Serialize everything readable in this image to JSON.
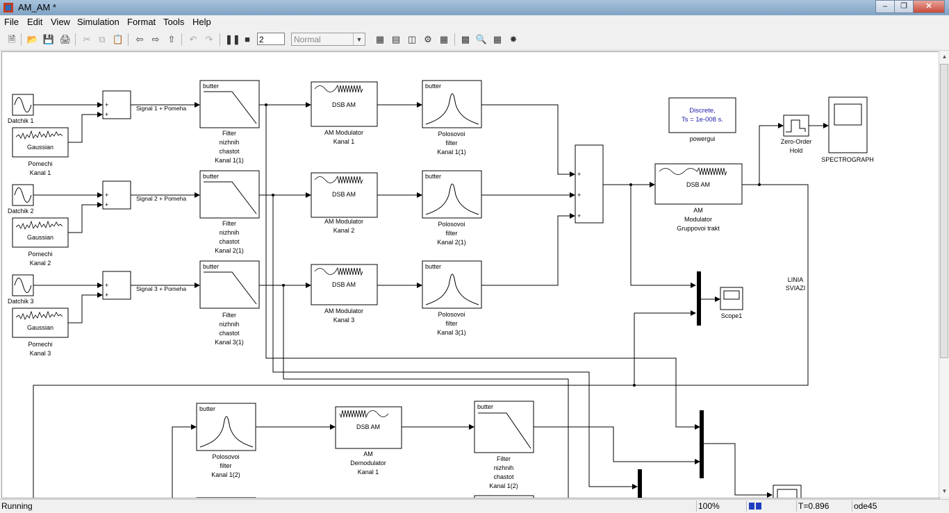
{
  "window": {
    "title": "AM_AM *"
  },
  "menu": [
    "File",
    "Edit",
    "View",
    "Simulation",
    "Format",
    "Tools",
    "Help"
  ],
  "toolbar": {
    "stop_time": "2",
    "sim_mode": "Normal"
  },
  "blocks": {
    "sine1": "Datchik 1",
    "sine2": "Datchik 2",
    "sine3": "Datchik 3",
    "gauss_label": "Gaussian",
    "noise1": [
      "Pomechi",
      "Kanal 1"
    ],
    "noise2": [
      "Pomechi",
      "Kanal 2"
    ],
    "noise3": [
      "Pomechi",
      "Kanal 3"
    ],
    "sig1": "Signal 1 + Pomeha",
    "sig2": "Signal 2 + Pomeha",
    "sig3": "Signal 3 + Pomeha",
    "butter": "butter",
    "lpf1": [
      "Filter",
      "nizhnih",
      "chastot",
      "Kanal 1(1)"
    ],
    "lpf2": [
      "Filter",
      "nizhnih",
      "chastot",
      "Kanal 2(1)"
    ],
    "lpf3": [
      "Filter",
      "nizhnih",
      "chastot",
      "Kanal 3(1)"
    ],
    "dsb": "DSB AM",
    "mod1": [
      "AM Modulator",
      "Kanal 1"
    ],
    "mod2": [
      "AM Modulator",
      "Kanal 2"
    ],
    "mod3": [
      "AM Modulator",
      "Kanal 3"
    ],
    "bpf1": [
      "Polosovoi",
      "filter",
      "Kanal 1(1)"
    ],
    "bpf2": [
      "Polosovoi",
      "filter",
      "Kanal 2(1)"
    ],
    "bpf3": [
      "Polosovoi",
      "filter",
      "Kanal 3(1)"
    ],
    "powergui": [
      "Discrete,",
      "Ts = 1e-008 s."
    ],
    "powergui_label": "powergui",
    "group_mod": [
      "AM",
      "Modulator",
      "Gruppovoi trakt"
    ],
    "zoh": [
      "Zero-Order",
      "Hold"
    ],
    "spectro": "SPECTROGRAPH",
    "scope1": "Scope1",
    "line": [
      "LINIA",
      "SVIAZI"
    ],
    "rx_bpf1": [
      "Polosovoi",
      "filter",
      "Kanal 1(2)"
    ],
    "demod1": [
      "AM",
      "Demodulator",
      "Kanal 1"
    ],
    "rx_lpf1": [
      "Filter",
      "nizhnih",
      "chastot",
      "Kanal 1(2)"
    ],
    "plus": "+"
  },
  "status": {
    "state": "Running",
    "zoom": "100%",
    "time": "T=0.896",
    "solver": "ode45",
    "progress": 0.3
  }
}
